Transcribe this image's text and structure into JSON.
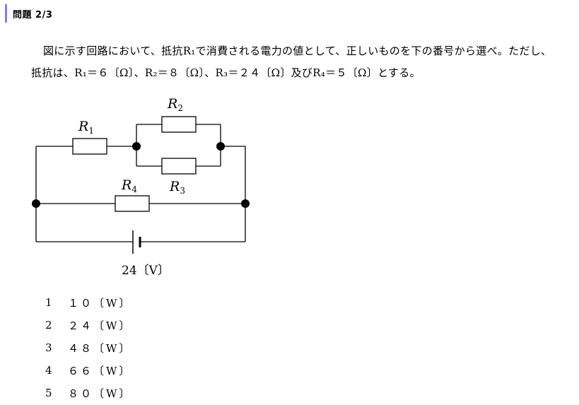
{
  "header": {
    "title": "問題 2/3"
  },
  "question": {
    "line1": "図に示す回路において、抵抗R₁で消費される電力の値として、正しいものを下の番号から選べ。ただし、",
    "line2": "抵抗は、R₁＝６〔Ω〕、R₂＝８〔Ω〕、R₃＝２４〔Ω〕及びR₄＝５〔Ω〕とする。"
  },
  "circuit": {
    "labels": {
      "r1": "R",
      "r1_sub": "1",
      "r2": "R",
      "r2_sub": "2",
      "r3": "R",
      "r3_sub": "3",
      "r4": "R",
      "r4_sub": "4"
    },
    "voltage": "24〔V〕"
  },
  "options": [
    {
      "num": "1",
      "text": "１０〔W〕"
    },
    {
      "num": "2",
      "text": "２４〔W〕"
    },
    {
      "num": "3",
      "text": "４８〔W〕"
    },
    {
      "num": "4",
      "text": "６６〔W〕"
    },
    {
      "num": "5",
      "text": "８０〔W〕"
    }
  ]
}
